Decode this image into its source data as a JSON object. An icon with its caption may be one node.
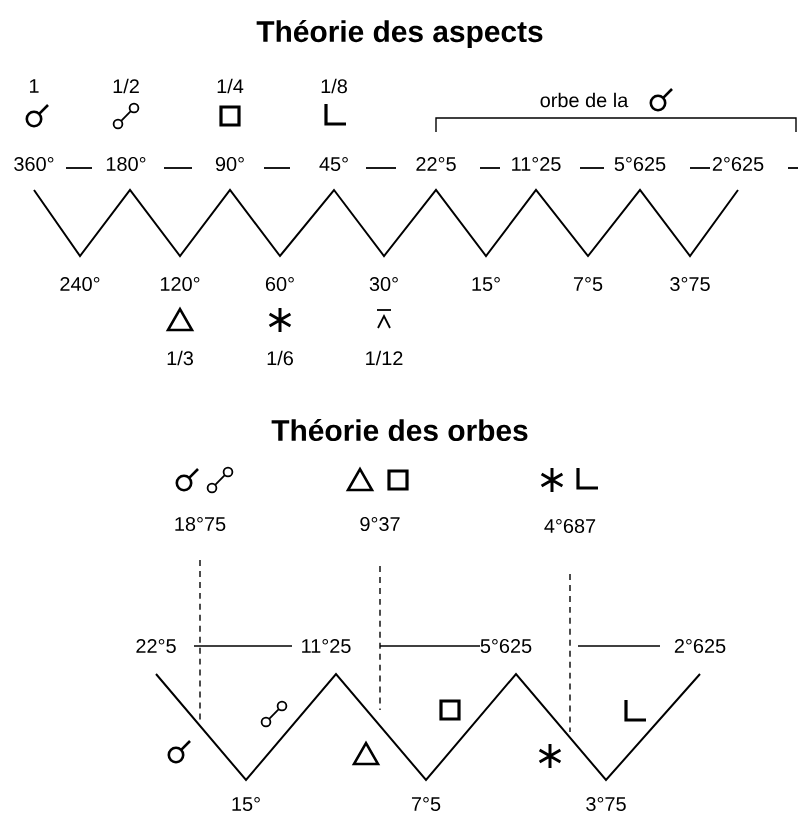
{
  "diagram": {
    "title": "Théorie des aspects",
    "labels": [
      "1",
      "1/2",
      "1/4",
      "1/8",
      "orbe de la",
      "360°",
      "180°",
      "90°",
      "45°",
      "22°5",
      "11°25",
      "5°625",
      "2°625",
      "240°",
      "120°",
      "60°",
      "30°",
      "15°",
      "7°5",
      "3°75",
      "1/3",
      "1/6",
      "1/12",
      "Théorie des orbes",
      "18°75",
      "9°37",
      "4°687",
      "22°5",
      "11°25",
      "5°625",
      "2°625",
      "15°",
      "7°5",
      "3°75"
    ]
  }
}
